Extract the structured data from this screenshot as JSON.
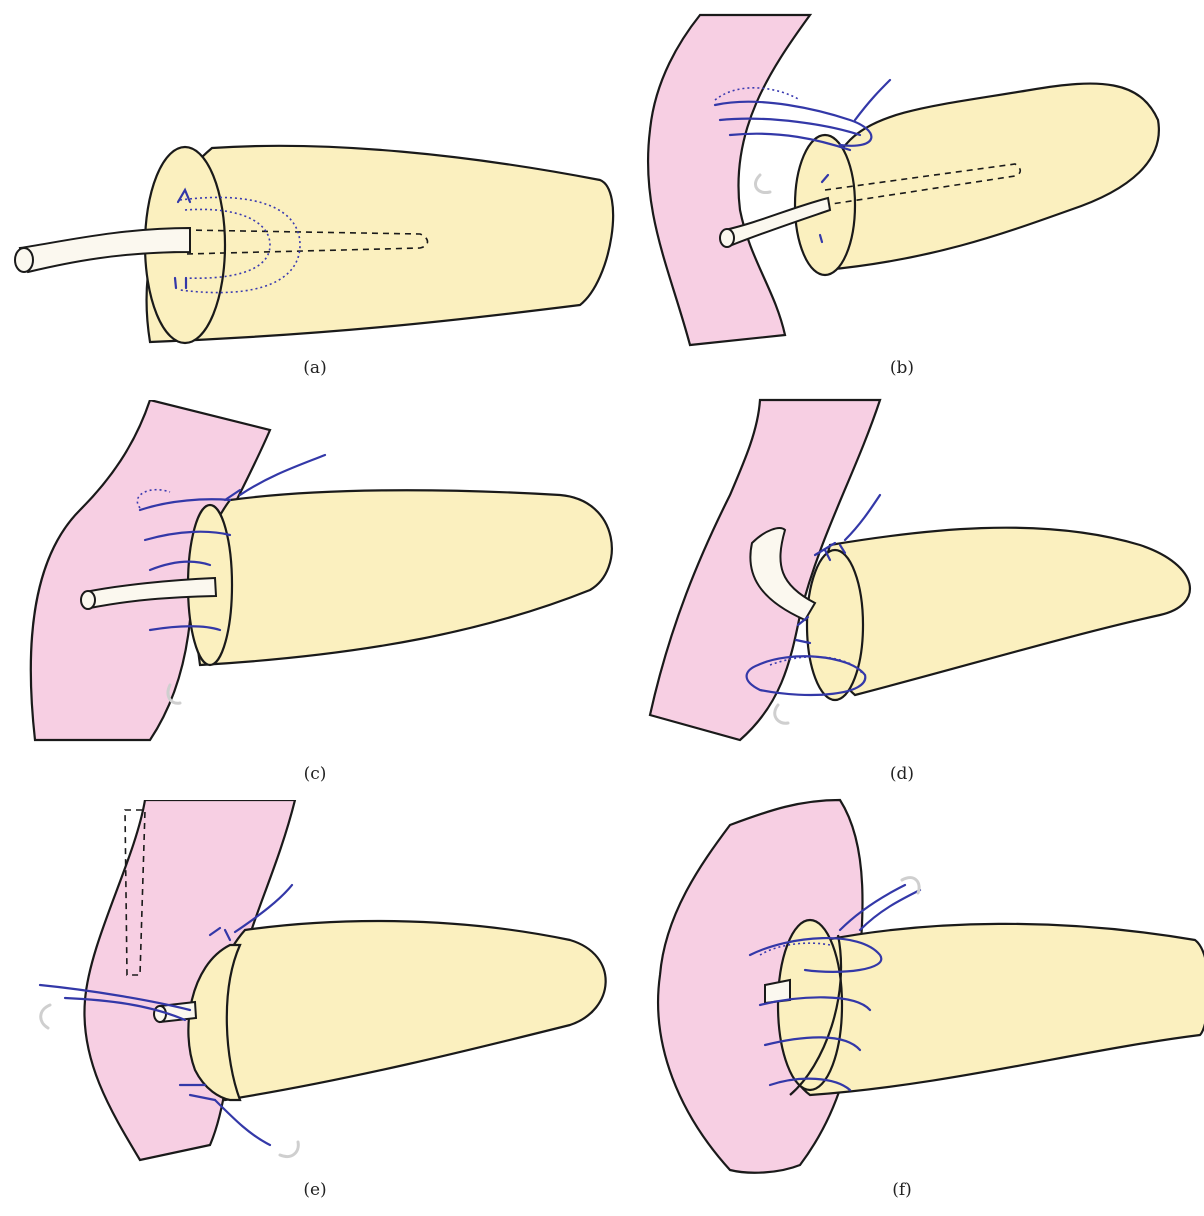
{
  "figure": {
    "panels": [
      {
        "label": "(a)"
      },
      {
        "label": "(b)"
      },
      {
        "label": "(c)"
      },
      {
        "label": "(d)"
      },
      {
        "label": "(e)"
      },
      {
        "label": "(f)"
      }
    ]
  },
  "colors": {
    "pancreas": "#fbf0bf",
    "bowel": "#f7cfe3",
    "suture": "#3338a8",
    "outline": "#1a1a1a"
  }
}
